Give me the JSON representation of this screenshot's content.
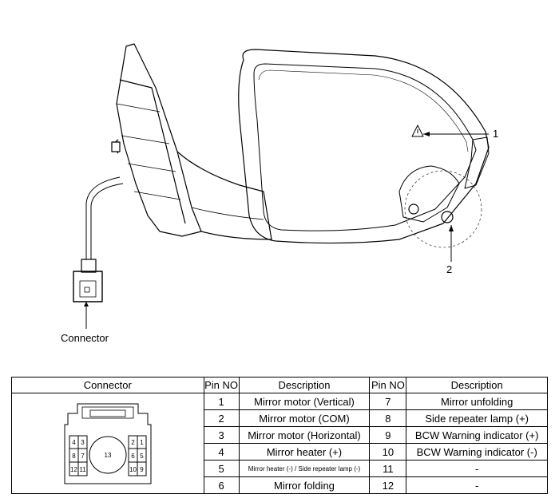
{
  "callouts": {
    "part1": "1",
    "part2": "2",
    "connector": "Connector"
  },
  "table": {
    "headers": [
      "Connector",
      "Pin NO",
      "Description",
      "Pin NO",
      "Description"
    ],
    "rows": [
      {
        "pin_a": "1",
        "desc_a": "Mirror motor (Vertical)",
        "pin_b": "7",
        "desc_b": "Mirror unfolding"
      },
      {
        "pin_a": "2",
        "desc_a": "Mirror motor (COM)",
        "pin_b": "8",
        "desc_b": "Side repeater lamp (+)"
      },
      {
        "pin_a": "3",
        "desc_a": "Mirror motor (Horizontal)",
        "pin_b": "9",
        "desc_b": "BCW Warning indicator (+)"
      },
      {
        "pin_a": "4",
        "desc_a": "Mirror heater (+)",
        "pin_b": "10",
        "desc_b": "BCW Warning indicator (-)"
      },
      {
        "pin_a": "5",
        "desc_a": "Mirror heater (-) / Side repeater lamp (-)",
        "pin_b": "11",
        "desc_b": "-"
      },
      {
        "pin_a": "6",
        "desc_a": "Mirror folding",
        "pin_b": "12",
        "desc_b": "-"
      }
    ]
  },
  "connector_pins": {
    "p1": "1",
    "p2": "2",
    "p3": "3",
    "p4": "4",
    "p5": "5",
    "p6": "6",
    "p7": "7",
    "p8": "8",
    "p9": "9",
    "p10": "10",
    "p11": "11",
    "p12": "12",
    "p13": "13"
  }
}
